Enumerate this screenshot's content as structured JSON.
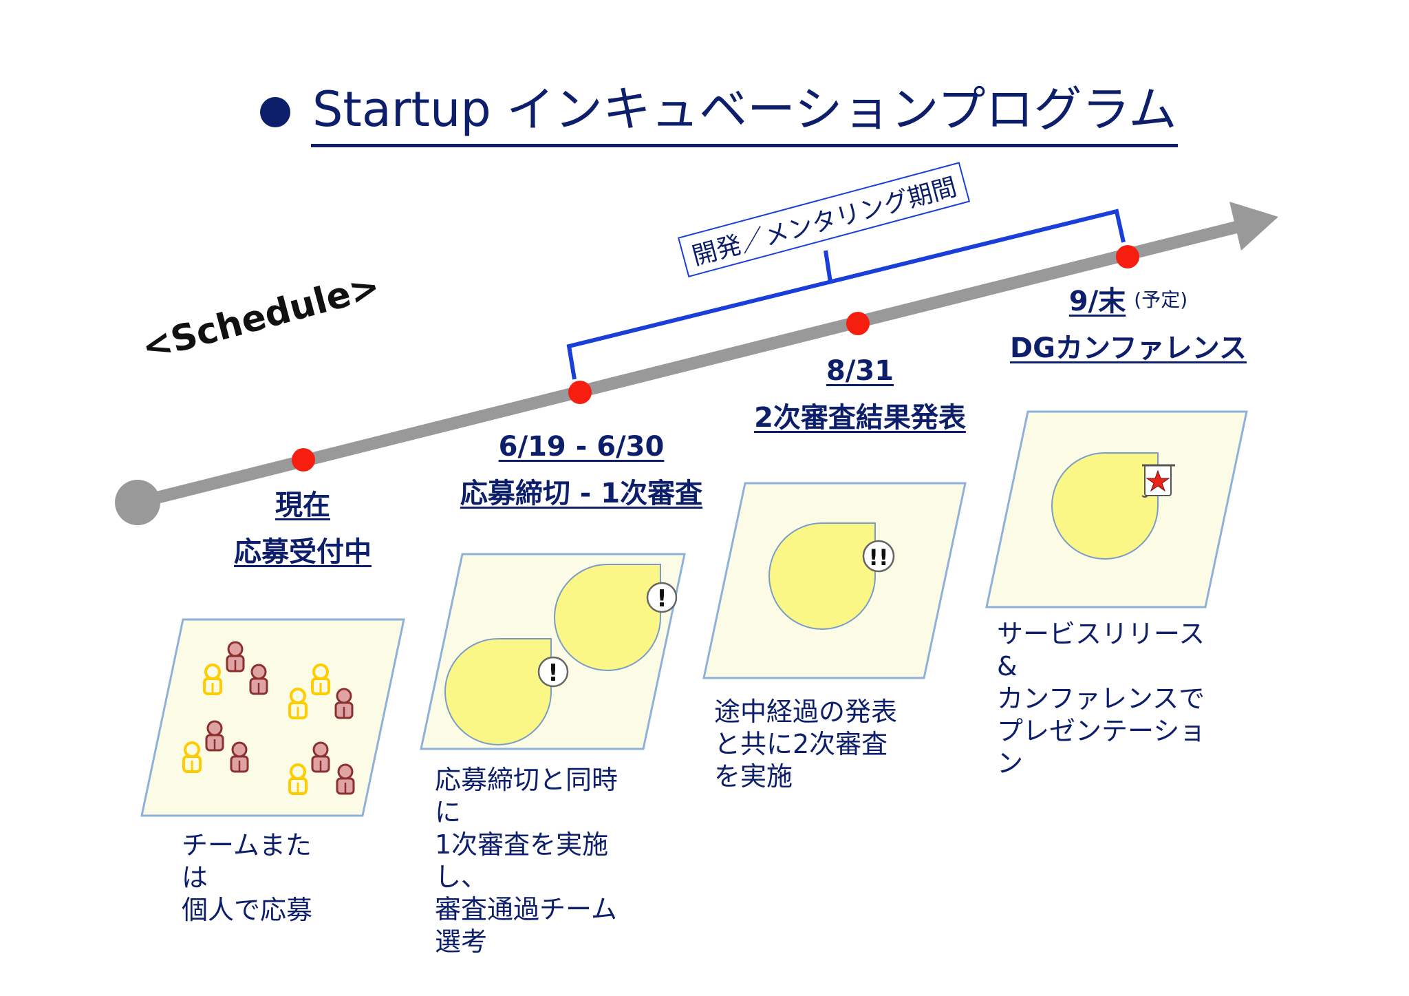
{
  "title": "Startup インキュベーションプログラム",
  "schedule_label": "<Schedule>",
  "period_label": "開発／メンタリング期間",
  "milestones": [
    {
      "line1": "現在",
      "line2": "応募受付中"
    },
    {
      "line1": "6/19 - 6/30",
      "line2": "応募締切 - 1次審査"
    },
    {
      "line1": "8/31",
      "line2": "2次審査結果発表"
    },
    {
      "line1": "9/末",
      "line1_note": "(予定)",
      "line2": "DGカンファレンス"
    }
  ],
  "descriptions": [
    [
      "チームまた",
      "は",
      "個人で応募"
    ],
    [
      "応募締切と同時",
      "に",
      "1次審査を実施",
      "し、",
      "審査通過チーム",
      "選考"
    ],
    [
      "途中経過の発表",
      "と共に2次審査",
      "を実施"
    ],
    [
      "サービスリリース",
      "&",
      "カンファレンスで",
      "プレゼンテーショ",
      "ン"
    ]
  ],
  "badges": {
    "single": "!",
    "double": "!!"
  },
  "colors": {
    "title": "#0d1f6b",
    "arrow": "#999999",
    "milestone_dot": "#f51e0f",
    "bracket": "#1a3fd9",
    "panel_fill": "#fcfce6",
    "panel_border": "#8fb0d9",
    "blob": "#fbf787",
    "person_yellow": "#ffd21a",
    "person_red": "#e0a3a3"
  }
}
